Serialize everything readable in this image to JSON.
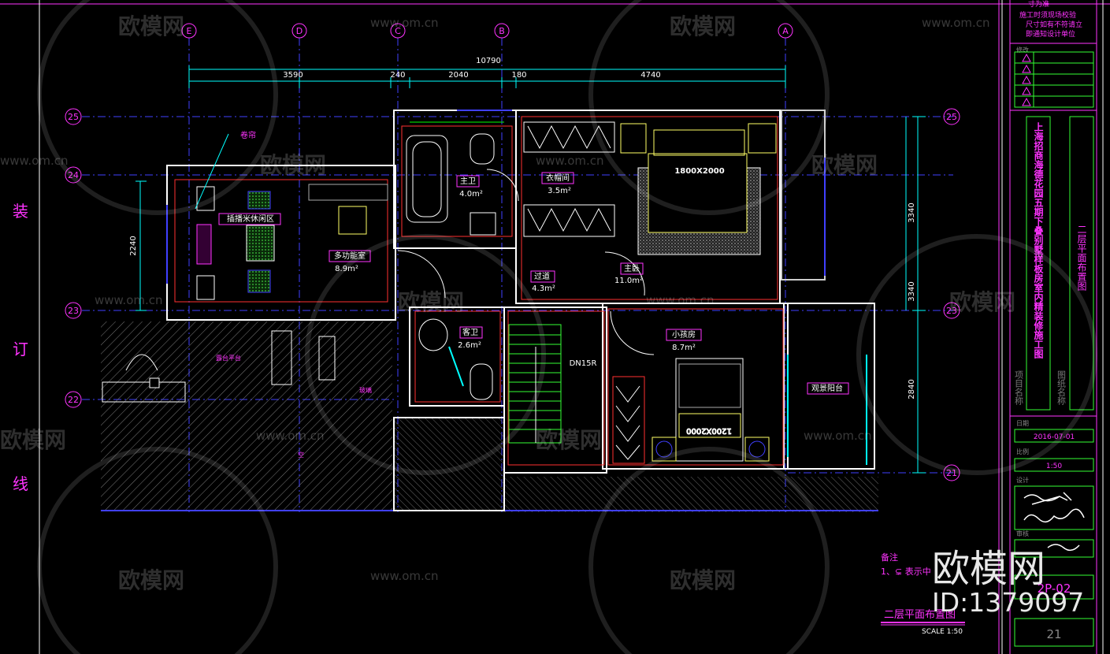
{
  "grid_axes": {
    "columns": [
      "E",
      "D",
      "C",
      "B",
      "A"
    ],
    "rows": [
      "25",
      "24",
      "23",
      "22",
      "21"
    ]
  },
  "dimensions": {
    "total": "10790",
    "segments": [
      "3590",
      "240",
      "2040",
      "180",
      "4740"
    ],
    "left": "2240",
    "right_top": "3340",
    "right_mid": "3340",
    "right_bottom": "2840"
  },
  "rooms": {
    "curtain": "卷帘",
    "leisure": "插播米休闲区",
    "multi": "多功能室",
    "multi_area": "8.9m²",
    "master_bath": "主卫",
    "master_bath_area": "4.0m²",
    "closet": "衣帽间",
    "closet_area": "3.5m²",
    "bed_master": "1800X2000",
    "corridor": "过道",
    "corridor_area": "4.3m²",
    "master_bed": "主卧",
    "master_bed_area": "11.0m²",
    "guest_bath": "客卫",
    "guest_bath_area": "2.6m²",
    "kid_room": "小孩房",
    "kid_room_area": "8.7m²",
    "bed_kid": "1200X2000",
    "stair": "DN15R",
    "balcony": "观景阳台",
    "terrace": "露台平台",
    "void": "空",
    "glass": "玻璃"
  },
  "notes": {
    "remark_title": "备注",
    "remark_line": "1、⊊ 表示中",
    "drawing_title": "二层平面布置图",
    "scale": "SCALE 1:50"
  },
  "side_binding": [
    "装",
    "订",
    "线"
  ],
  "title_block": {
    "top_note1": "寸为准",
    "top_note2": "施工时须现场校验",
    "top_note3": "尺寸如有不符请立",
    "top_note4": "即通知设计单位",
    "revision_label": "修改",
    "project_name_vertical": "上海招商海德花园五期下叠别墅样板房室内精装修施工图",
    "drawing_name_vertical": "二层平面布置图",
    "project_label": "项目名称",
    "drawing_label": "图纸名称",
    "date_label": "日期",
    "date_value": "2016-07-01",
    "scale_label": "比例",
    "scale_value": "1:50",
    "design_label": "设计",
    "review_label": "审核",
    "drawing_no": "2P-02",
    "page_no": "21"
  },
  "watermark": {
    "brand": "欧模网",
    "site": "www.om.cn",
    "big_brand": "欧模网",
    "id": "ID:1379097"
  },
  "colors": {
    "background": "#000000",
    "wall": "#ffffff",
    "grid": "#4040ff",
    "dimension": "#00ffff",
    "label": "#ff33ff",
    "axis": "#ff33ff",
    "fixture": "#ffffff",
    "furniture": "#ffff66",
    "hatch": "#8a8a8a",
    "red_line": "#ff3030",
    "green_line": "#33ff33"
  }
}
